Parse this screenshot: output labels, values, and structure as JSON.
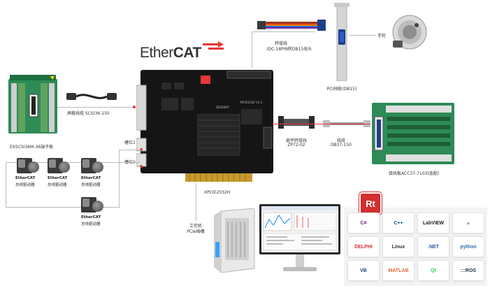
{
  "brand": {
    "ether": "Ether",
    "cat": "CAT"
  },
  "labels": {
    "terminal_board_left": "EXSCSI36M-36端子板",
    "cable_scsi": "屏蔽线缆 SCSI36-150",
    "cable_idc": "转接线",
    "cable_idc_sub": "IDC-16PIN转DB15母头",
    "handwheel": "手轮",
    "pci_bracket": "PCI挡板(DB15)",
    "flat_cable": "扁平转接线",
    "flat_cable_sub": "ZP72-02",
    "cable_db37": "线缆",
    "cable_db37_sub": "DB37-150",
    "terminal_board_right": "接线板ACC37-7103(选配)",
    "slot1": "槽位1",
    "slot0": "槽位0",
    "card_name": "XPCIE2032H",
    "ipc": "工控机",
    "ipc_sub": "PCIe插槽"
  },
  "drives": [
    {
      "brand": "EtherCAT",
      "label": "总线驱动器"
    },
    {
      "brand": "EtherCAT",
      "label": "总线驱动器"
    },
    {
      "brand": "EtherCAT",
      "label": "总线驱动器"
    },
    {
      "brand": "EtherCAT",
      "label": "总线驱动器"
    }
  ],
  "board_text": {
    "chip": "ZB26EM7",
    "model": "XPCIE2032 V1.2"
  },
  "rt_logo": "Rt",
  "tiles": [
    {
      "name": "csharp",
      "text": "C#",
      "color": "#68217a"
    },
    {
      "name": "cpp",
      "text": "C++",
      "color": "#00599c"
    },
    {
      "name": "labview",
      "text": "LabVIEW",
      "color": "#222222"
    },
    {
      "name": "unity",
      "text": "▲",
      "color": "#999999"
    },
    {
      "name": "delphi",
      "text": "DELPHI",
      "color": "#d32f2f"
    },
    {
      "name": "linux",
      "text": "Linux",
      "color": "#333333"
    },
    {
      "name": "dotnet",
      "text": ".NET",
      "color": "#2b5797"
    },
    {
      "name": "python",
      "text": "python",
      "color": "#3672a4"
    },
    {
      "name": "vb",
      "text": "VB",
      "color": "#1e3f8a"
    },
    {
      "name": "matlab",
      "text": "MATLAB",
      "color": "#e16737"
    },
    {
      "name": "qt",
      "text": "Qt",
      "color": "#41cd52"
    },
    {
      "name": "ros",
      "text": ":::ROS",
      "color": "#22314e"
    }
  ]
}
